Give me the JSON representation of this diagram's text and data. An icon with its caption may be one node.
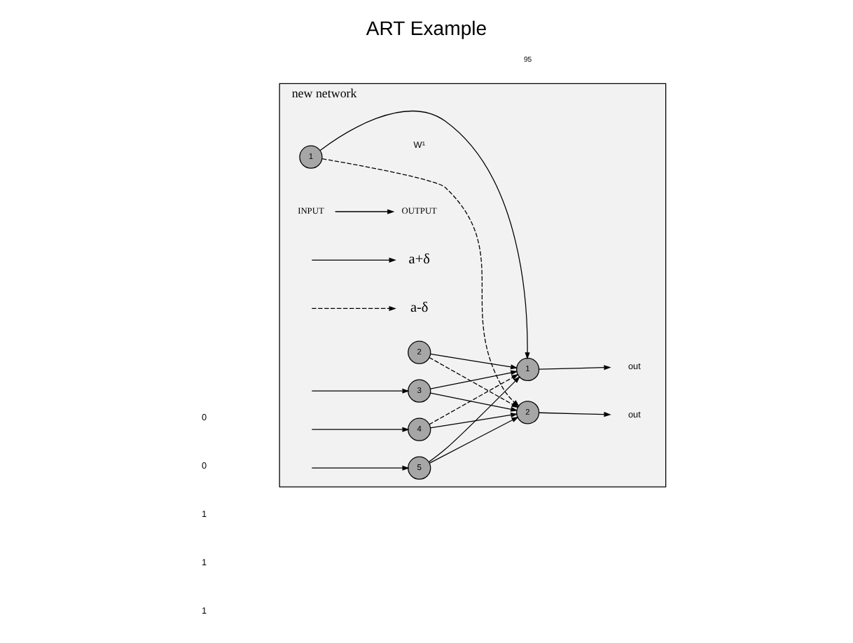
{
  "diagram": {
    "title": "ART Example",
    "nodes": [
      {
        "text": [
          "new network"
        ]
      },
      {
        "text": [
          "1"
        ],
        "in": 0
      },
      {
        "text": [
          "2"
        ],
        "in": 0
      },
      {
        "text": [
          "3"
        ],
        "in": 0
      },
      {
        "text": [
          "4"
        ],
        "in": 0
      },
      {
        "text": [
          "5"
        ],
        "in": 0
      },
      {
        "text": [
          "1"
        ],
        "in": 0
      },
      {
        "text": [
          "2"
        ],
        "in": 0
      },
      {
        "text": [
          "out"
        ],
        "in": 0
      },
      {
        "text": [
          "out"
        ],
        "in": 0
      },
      {
        "text": [
          "INPUT"
        ],
        "in": 0
      },
      {
        "text": [
          "OUTPUT"
        ],
        "in": 0
      }
    ],
    "edges": [
      {
        "from": 1,
        "to": 6,
        "arrow": "to"
      },
      {
        "from": 1,
        "to": 7,
        "arrow": "to",
        "style": "dashed"
      },
      {
        "from": 2,
        "to": 6,
        "arrow": "to"
      },
      {
        "from": 2,
        "to": 7,
        "arrow": "to",
        "style": "dashed"
      },
      {
        "from": 3,
        "to": 6,
        "arrow": "to"
      },
      {
        "from": 3,
        "to": 7,
        "arrow": "to"
      },
      {
        "from": 4,
        "to": 6,
        "arrow": "to",
        "style": "dashed"
      },
      {
        "from": 4,
        "to": 7,
        "arrow": "to"
      },
      {
        "from": 5,
        "to": 6,
        "arrow": "to"
      },
      {
        "from": 5,
        "to": 7,
        "arrow": "to"
      },
      {
        "from": 6,
        "to": 8,
        "arrow": "to"
      },
      {
        "from": 7,
        "to": 9,
        "arrow": "to"
      },
      {
        "from": null,
        "to": 3,
        "arrow": "to"
      },
      {
        "from": null,
        "to": 4,
        "arrow": "to"
      },
      {
        "from": null,
        "to": 5,
        "arrow": "to"
      },
      {
        "from": 10,
        "to": 11,
        "arrow": "to"
      }
    ],
    "labels": [
      "W¹",
      "0",
      "0",
      "1",
      "1",
      "1",
      "95"
    ],
    "legend": [
      {
        "text": "a+δ"
      },
      {
        "text": "a-δ"
      }
    ]
  }
}
